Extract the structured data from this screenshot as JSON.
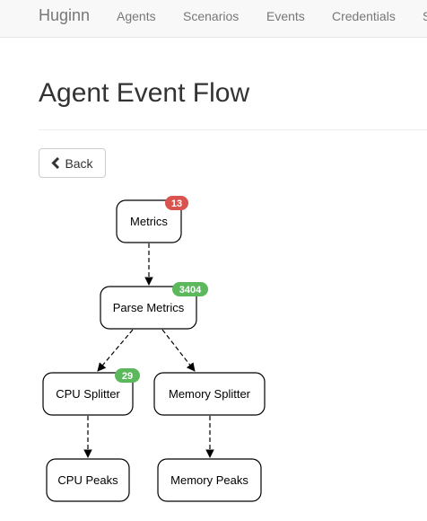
{
  "navbar": {
    "brand": "Huginn",
    "items": [
      {
        "label": "Agents"
      },
      {
        "label": "Scenarios"
      },
      {
        "label": "Events"
      },
      {
        "label": "Credentials"
      },
      {
        "label": "S"
      }
    ]
  },
  "page": {
    "title": "Agent Event Flow",
    "back_label": "Back"
  },
  "colors": {
    "badge_red": "#d9534f",
    "badge_green": "#5cb85c"
  },
  "flow": {
    "nodes": [
      {
        "id": "metrics",
        "label": "Metrics",
        "badge": "13",
        "badge_color": "#d9534f"
      },
      {
        "id": "parse-metrics",
        "label": "Parse Metrics",
        "badge": "3404",
        "badge_color": "#5cb85c"
      },
      {
        "id": "cpu-splitter",
        "label": "CPU Splitter",
        "badge": "29",
        "badge_color": "#5cb85c"
      },
      {
        "id": "memory-splitter",
        "label": "Memory Splitter",
        "badge": "",
        "badge_color": ""
      },
      {
        "id": "cpu-peaks",
        "label": "CPU Peaks",
        "badge": "",
        "badge_color": ""
      },
      {
        "id": "memory-peaks",
        "label": "Memory Peaks",
        "badge": "",
        "badge_color": ""
      }
    ],
    "edges": [
      {
        "from": "metrics",
        "to": "parse-metrics"
      },
      {
        "from": "parse-metrics",
        "to": "cpu-splitter"
      },
      {
        "from": "parse-metrics",
        "to": "memory-splitter"
      },
      {
        "from": "cpu-splitter",
        "to": "cpu-peaks"
      },
      {
        "from": "memory-splitter",
        "to": "memory-peaks"
      }
    ]
  }
}
